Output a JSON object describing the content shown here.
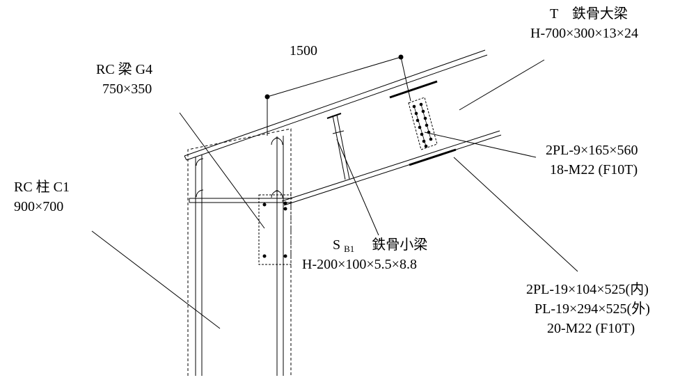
{
  "dimension": {
    "length": "1500"
  },
  "labels": {
    "girder": {
      "line1": "T　鉄骨大梁",
      "line2": "H-700×300×13×24"
    },
    "rc_beam": {
      "line1": "RC 梁 G4",
      "line2": "750×350"
    },
    "rc_column": {
      "line1": "RC 柱 C1",
      "line2": "900×700"
    },
    "web_plate": {
      "line1": "2PL-9×165×560",
      "line2": "18-M22 (F10T)"
    },
    "sub_beam": {
      "prefix": "S",
      "subscript": "B1",
      "suffix": "　鉄骨小梁",
      "line2": "H-200×100×5.5×8.8"
    },
    "flange_plates": {
      "line1": "2PL-19×104×525(内)",
      "line2": "PL-19×294×525(外)",
      "line3": "20-M22 (F10T)"
    }
  },
  "colors": {
    "line": "#000000",
    "background": "#ffffff"
  }
}
